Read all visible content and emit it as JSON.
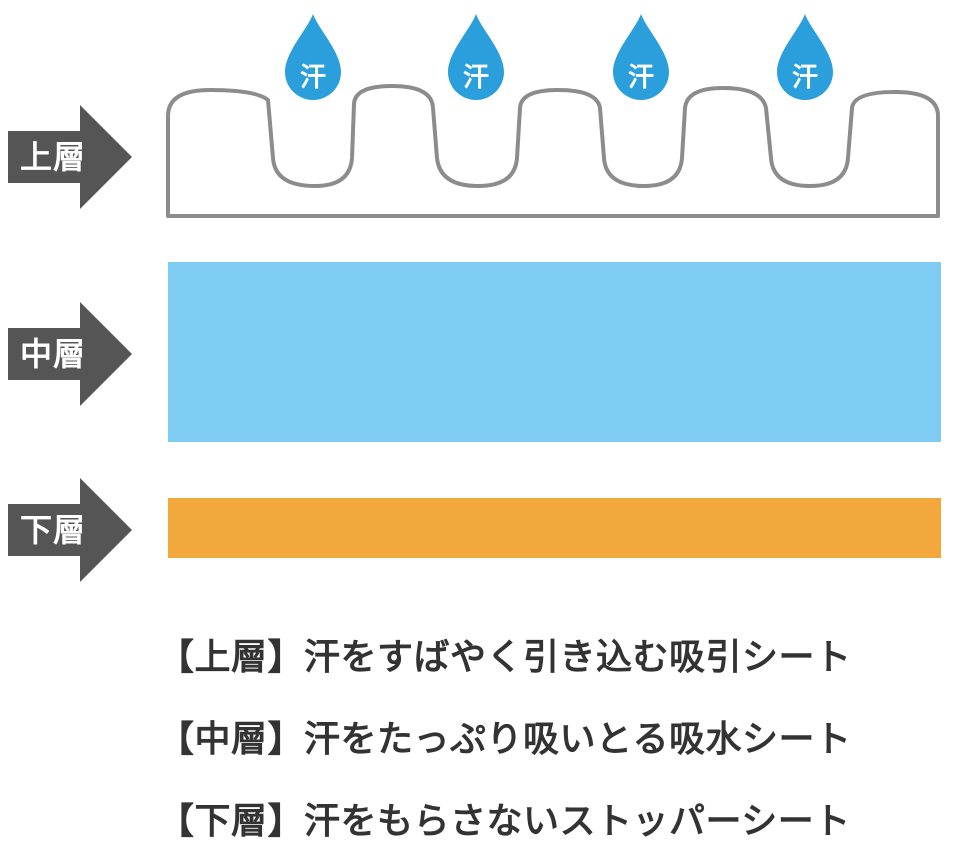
{
  "colors": {
    "arrow": "#555555",
    "upper_outline": "#8c8c8c",
    "middle_fill": "#7fccf2",
    "lower_fill": "#f2a83c",
    "drop_fill": "#2a9fdb",
    "text": "#333333"
  },
  "layers": {
    "upper": {
      "label": "上層"
    },
    "middle": {
      "label": "中層"
    },
    "lower": {
      "label": "下層"
    }
  },
  "drops": [
    "汗",
    "汗",
    "汗",
    "汗"
  ],
  "descriptions": {
    "upper": "【上層】汗をすばやく引き込む吸引シート",
    "middle": "【中層】汗をたっぷり吸いとる吸水シート",
    "lower": "【下層】汗をもらさないストッパーシート"
  }
}
